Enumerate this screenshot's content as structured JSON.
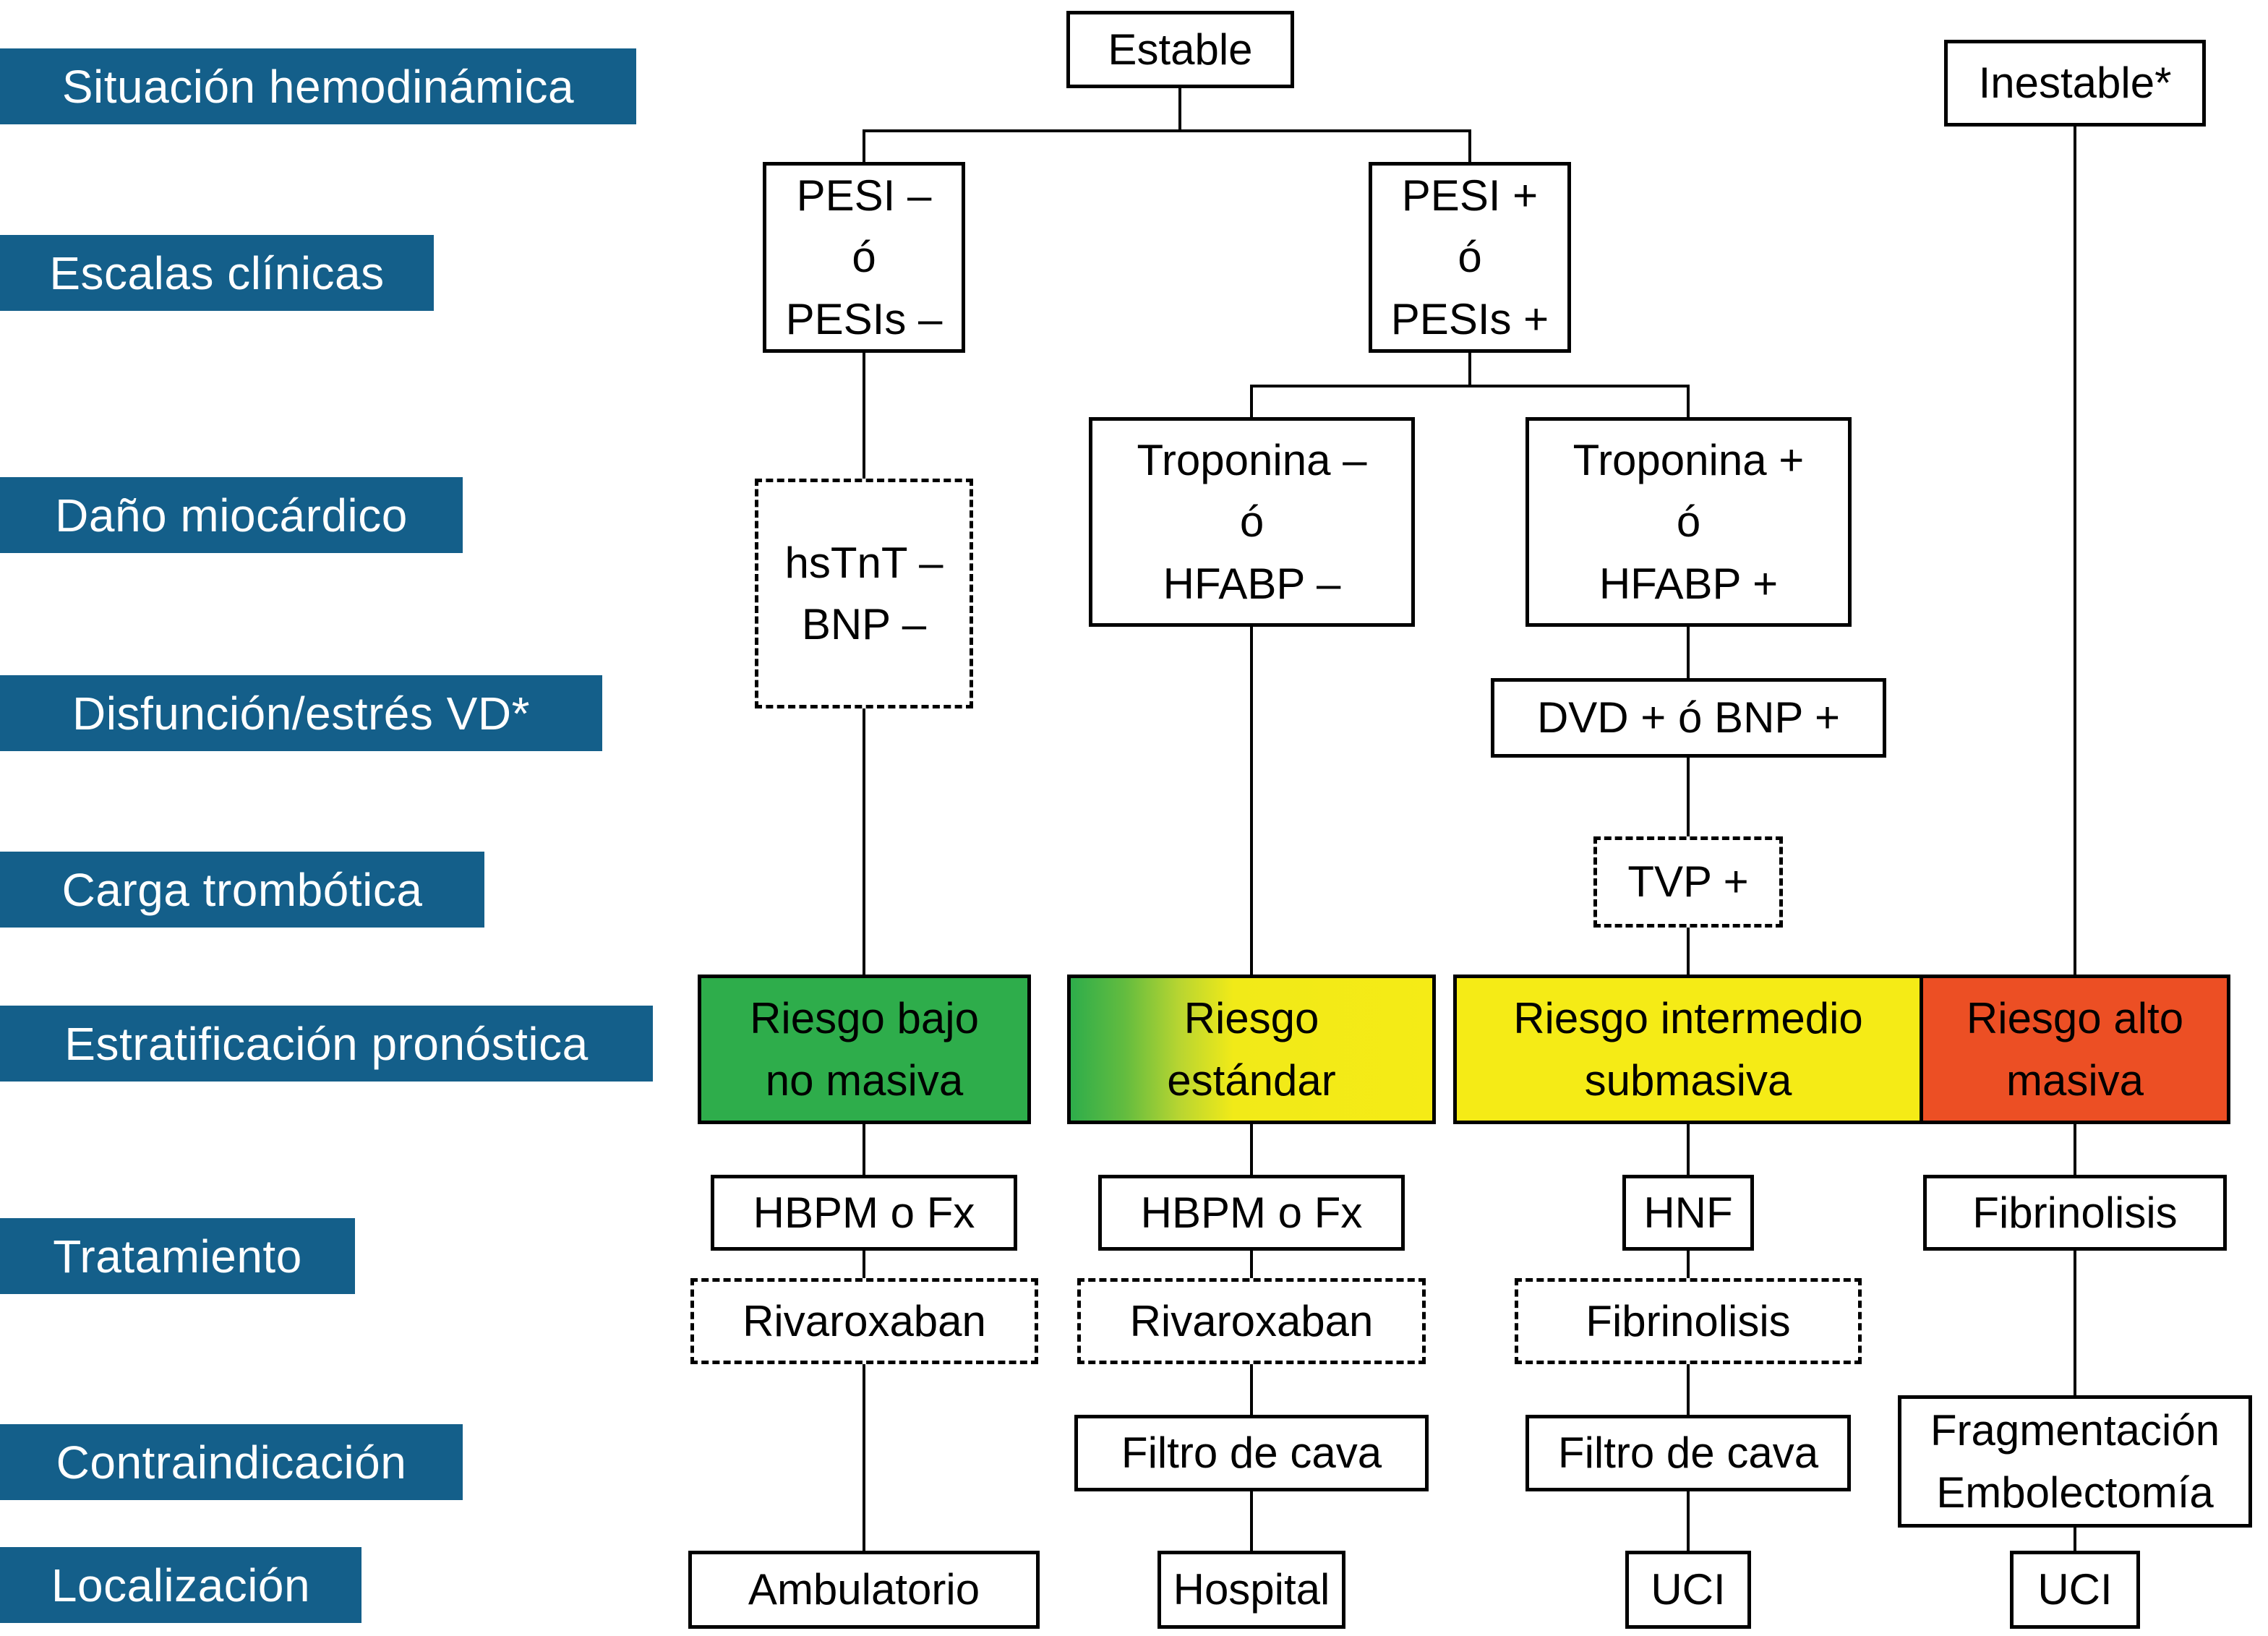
{
  "colors": {
    "label_bg": "#145F8A",
    "label_text": "#FFFFFF",
    "risk_green": "#2EAD4B",
    "risk_yellow": "#F5EB16",
    "risk_orange": "#EC4F24",
    "line_black": "#000000",
    "label_style": "background:#145F8A;color:#FFFFFF",
    "green_style": "background:#2EAD4B",
    "gradient_style": "background:linear-gradient(90deg,#2EAD4B 0%,#63BC3F 15%,#B8D531 30%,#F1EA18 45%,#F5EB16 100%)",
    "yellow_style": "background:#F5EB16",
    "orange_style": "background:#EC4F24"
  },
  "row_labels": [
    {
      "label": "Situación hemodinámica"
    },
    {
      "label": "Escalas clínicas"
    },
    {
      "label": "Daño miocárdico"
    },
    {
      "label": "Disfunción/estrés VD*"
    },
    {
      "label": "Carga trombótica"
    },
    {
      "label": "Estratificación pronóstica"
    },
    {
      "label": "Tratamiento"
    },
    {
      "label": "Contraindicación"
    },
    {
      "label": "Localización"
    }
  ],
  "nodes": {
    "estable": {
      "lines": [
        "Estable"
      ]
    },
    "inestable": {
      "lines": [
        "Inestable*"
      ]
    },
    "pesi_neg": {
      "lines": [
        "PESI –",
        "ó",
        "PESIs –"
      ]
    },
    "pesi_pos": {
      "lines": [
        "PESI +",
        "ó",
        "PESIs +"
      ]
    },
    "trop_neg": {
      "lines": [
        "Troponina –",
        "ó",
        "HFABP –"
      ]
    },
    "trop_pos": {
      "lines": [
        "Troponina +",
        "ó",
        "HFABP +"
      ]
    },
    "hstnt": {
      "lines": [
        "hsTnT –",
        "BNP –"
      ]
    },
    "dvd": {
      "lines": [
        "DVD + ó BNP +"
      ]
    },
    "tvp": {
      "lines": [
        "TVP +"
      ]
    },
    "riesgo_bajo": {
      "lines": [
        "Riesgo bajo",
        "no masiva"
      ]
    },
    "riesgo_estandar": {
      "lines": [
        "Riesgo",
        "estándar"
      ]
    },
    "riesgo_intermedio": {
      "lines": [
        "Riesgo intermedio",
        "submasiva"
      ]
    },
    "riesgo_alto": {
      "lines": [
        "Riesgo alto",
        "masiva"
      ]
    },
    "hbpm1": {
      "lines": [
        "HBPM o Fx"
      ]
    },
    "hbpm2": {
      "lines": [
        "HBPM o Fx"
      ]
    },
    "hnf": {
      "lines": [
        "HNF"
      ]
    },
    "fibrinolisis_alto": {
      "lines": [
        "Fibrinolisis"
      ]
    },
    "rivaroxaban1": {
      "lines": [
        "Rivaroxaban"
      ]
    },
    "rivaroxaban2": {
      "lines": [
        "Rivaroxaban"
      ]
    },
    "fibrinolisis_int": {
      "lines": [
        "Fibrinolisis"
      ]
    },
    "filtro2": {
      "lines": [
        "Filtro de cava"
      ]
    },
    "filtro3": {
      "lines": [
        "Filtro de cava"
      ]
    },
    "fragmentacion": {
      "lines": [
        "Fragmentación",
        "Embolectomía"
      ]
    },
    "ambulatorio": {
      "lines": [
        "Ambulatorio"
      ]
    },
    "hospital": {
      "lines": [
        "Hospital"
      ]
    },
    "uci3": {
      "lines": [
        "UCI"
      ]
    },
    "uci4": {
      "lines": [
        "UCI"
      ]
    }
  }
}
